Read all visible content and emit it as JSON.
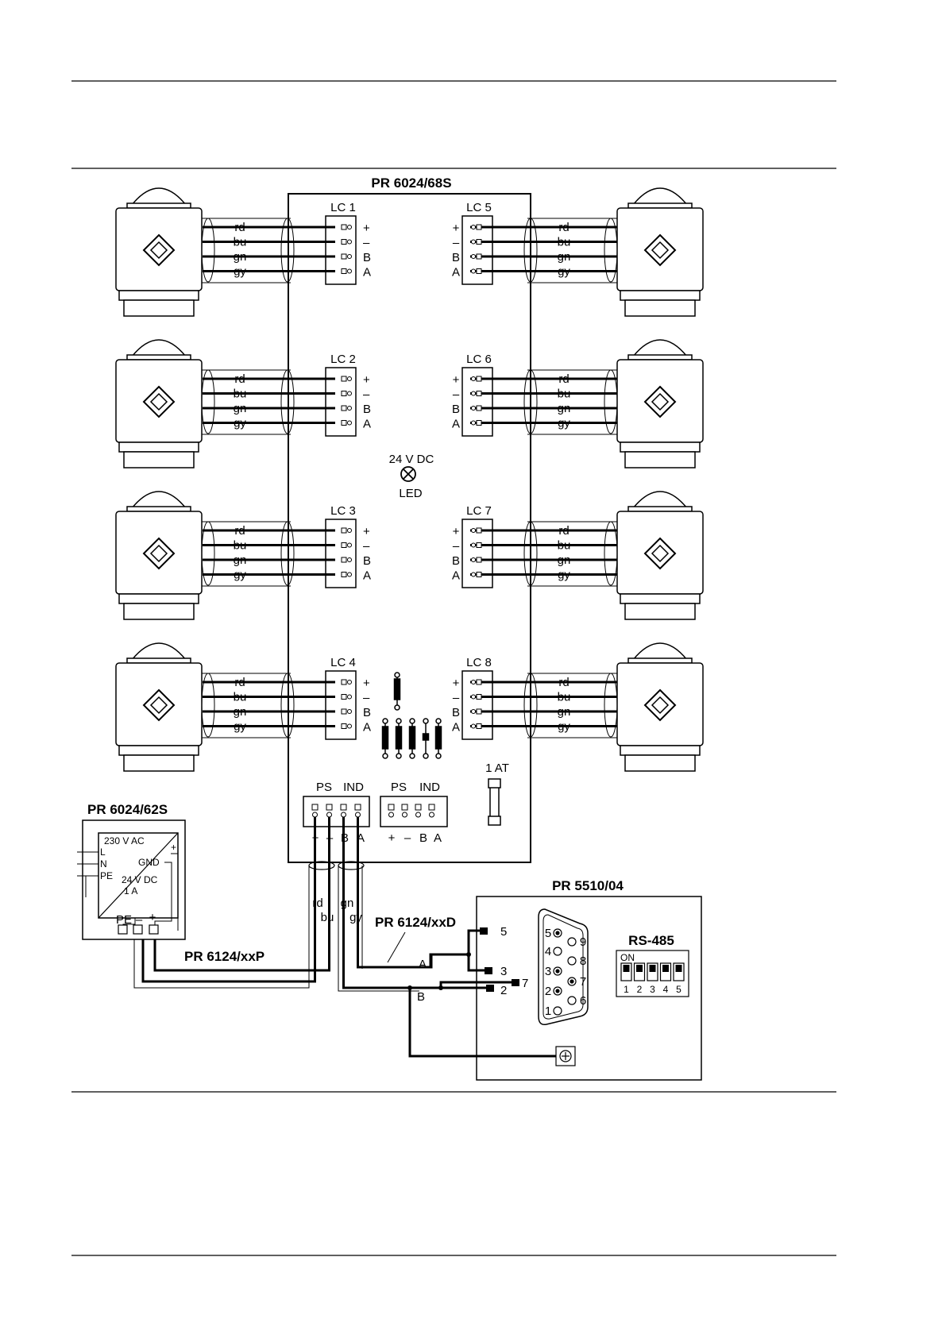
{
  "main_module": {
    "title": "PR 6024/68S"
  },
  "load_cells": {
    "left": [
      {
        "label": "LC 1"
      },
      {
        "label": "LC 2"
      },
      {
        "label": "LC 3"
      },
      {
        "label": "LC 4"
      }
    ],
    "right": [
      {
        "label": "LC 5"
      },
      {
        "label": "LC 6"
      },
      {
        "label": "LC 7"
      },
      {
        "label": "LC 8"
      }
    ]
  },
  "wires": [
    "rd",
    "bu",
    "gn",
    "gy"
  ],
  "pins": [
    "+",
    "–",
    "B",
    "A"
  ],
  "led": {
    "voltage": "24 V DC",
    "label": "LED"
  },
  "fuse": {
    "label": "1 AT"
  },
  "connector_left": {
    "ps": "PS",
    "ind": "IND",
    "pins": [
      "+",
      "–",
      "B",
      "A"
    ]
  },
  "connector_right": {
    "ps": "PS",
    "ind": "IND",
    "pins": [
      "+",
      "–",
      "B",
      "A"
    ]
  },
  "power_supply": {
    "title": "PR 6024/62S",
    "input": "230 V AC",
    "inputs": [
      "L",
      "N",
      "PE"
    ],
    "plus": "+",
    "gnd": "GND",
    "output": "24 V DC",
    "current": "1 A",
    "terminals": [
      "PE",
      "–",
      "+"
    ]
  },
  "cable_power": {
    "title": "PR 6124/xxP",
    "wires": [
      "rd",
      "bu"
    ]
  },
  "cable_data": {
    "title": "PR 6124/xxD",
    "wires": [
      "gn",
      "gy"
    ],
    "a": "A",
    "b": "B"
  },
  "instrument": {
    "title": "PR 5510/04",
    "dsub_pins": [
      "5",
      "4",
      "3",
      "2",
      "1",
      "9",
      "8",
      "7",
      "6"
    ],
    "wire_pins": [
      "5",
      "3",
      "7",
      "2"
    ],
    "rs485": {
      "title": "RS-485",
      "on": "ON",
      "switches": [
        "1",
        "2",
        "3",
        "4",
        "5"
      ]
    }
  }
}
